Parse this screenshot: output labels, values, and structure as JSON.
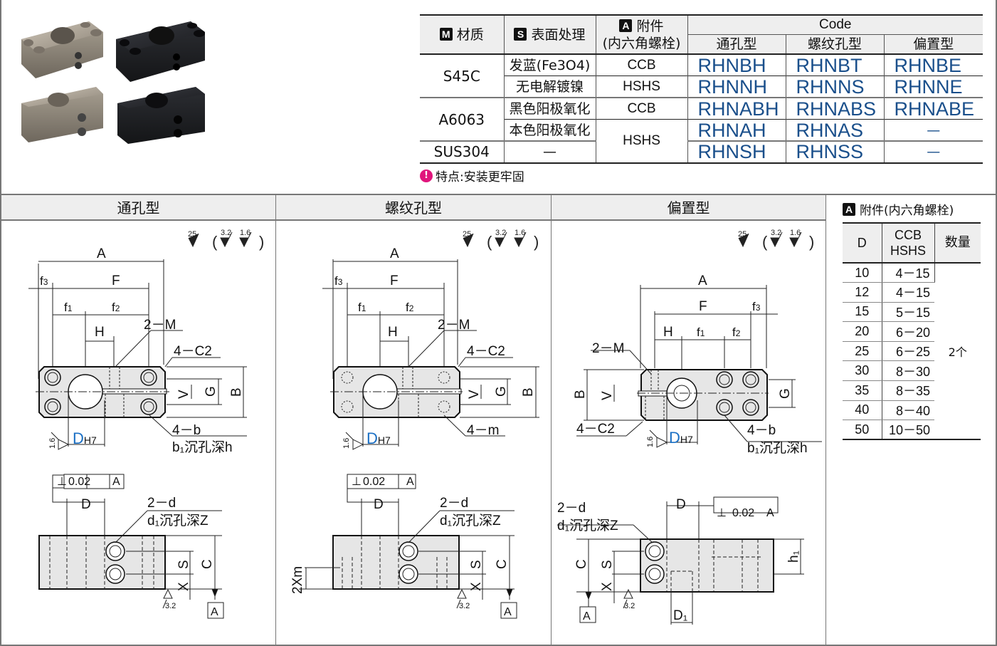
{
  "product_photos": {
    "items": [
      {
        "label": "silver-block-with-counterbores",
        "finish": "nickel"
      },
      {
        "label": "black-block-with-counterbores",
        "finish": "black"
      },
      {
        "label": "silver-block-plain",
        "finish": "nickel"
      },
      {
        "label": "black-block-plain",
        "finish": "black"
      }
    ]
  },
  "spec_table": {
    "headers": {
      "material_badge": "M",
      "material": "材质",
      "surface_badge": "S",
      "surface": "表面处理",
      "accessory_badge": "A",
      "accessory_line1": "附件",
      "accessory_line2": "(内六角螺栓)",
      "code": "Code",
      "code_cols": [
        "通孔型",
        "螺纹孔型",
        "偏置型"
      ]
    },
    "rows": [
      {
        "material": "S45C",
        "surface": "发蓝(Fe3O4)",
        "accessory": "CCB",
        "codes": [
          "RHNBH",
          "RHNBT",
          "RHNBE"
        ]
      },
      {
        "material": "",
        "surface": "无电解镀镍",
        "accessory": "HSHS",
        "codes": [
          "RHNNH",
          "RHNNS",
          "RHNNE"
        ]
      },
      {
        "material": "A6063",
        "surface": "黑色阳极氧化",
        "accessory": "CCB",
        "codes": [
          "RHNABH",
          "RHNABS",
          "RHNABE"
        ]
      },
      {
        "material": "",
        "surface": "本色阳极氧化",
        "accessory": "HSHS",
        "codes": [
          "RHNAH",
          "RHNAS",
          "—"
        ]
      },
      {
        "material": "SUS304",
        "surface": "—",
        "accessory": "",
        "codes": [
          "RHNSH",
          "RHNSS",
          "—"
        ]
      }
    ],
    "code_color": "#1a4f8b"
  },
  "feature": {
    "icon": "exclamation-icon",
    "icon_color": "#e0157c",
    "text": "特点:安装更牢固"
  },
  "sections": [
    {
      "title": "通孔型"
    },
    {
      "title": "螺纹孔型"
    },
    {
      "title": "偏置型"
    }
  ],
  "roughness": {
    "main": "25",
    "alt1": "3.2",
    "alt2": "1.6"
  },
  "dims": {
    "A": "A",
    "F": "F",
    "f1": "f",
    "f2": "f",
    "f3": "f",
    "H": "H",
    "M2": "2－M",
    "C2": "4－C2",
    "B": "B",
    "G": "G",
    "V": "V",
    "b4": "4－b",
    "b1": "b₁沉孔深h",
    "D": "D",
    "H7": "H7",
    "m4": "4－m",
    "d2": "2－d",
    "d1": "d₁沉孔深Z",
    "C": "C",
    "S": "S",
    "X": "X",
    "tol_sym": "⊥",
    "tol_val": "0.02",
    "datum": "A",
    "r16": "1.6",
    "r32": "3.2",
    "m2x": "2Xm",
    "h1": "h₁",
    "D1": "D₁",
    "sub1": "1",
    "sub2": "2",
    "sub3": "3"
  },
  "accessory_table": {
    "badge": "A",
    "title": "附件(内六角螺栓)",
    "headers": {
      "d": "D",
      "ccb": "CCB",
      "hshs": "HSHS",
      "qty": "数量"
    },
    "rows": [
      {
        "d": "10",
        "bolt": "4－15"
      },
      {
        "d": "12",
        "bolt": "4－15"
      },
      {
        "d": "15",
        "bolt": "5－15"
      },
      {
        "d": "20",
        "bolt": "6－20"
      },
      {
        "d": "25",
        "bolt": "6－25"
      },
      {
        "d": "30",
        "bolt": "8－30"
      },
      {
        "d": "35",
        "bolt": "8－35"
      },
      {
        "d": "40",
        "bolt": "8－40"
      },
      {
        "d": "50",
        "bolt": "10－50"
      }
    ],
    "qty": "2个"
  }
}
